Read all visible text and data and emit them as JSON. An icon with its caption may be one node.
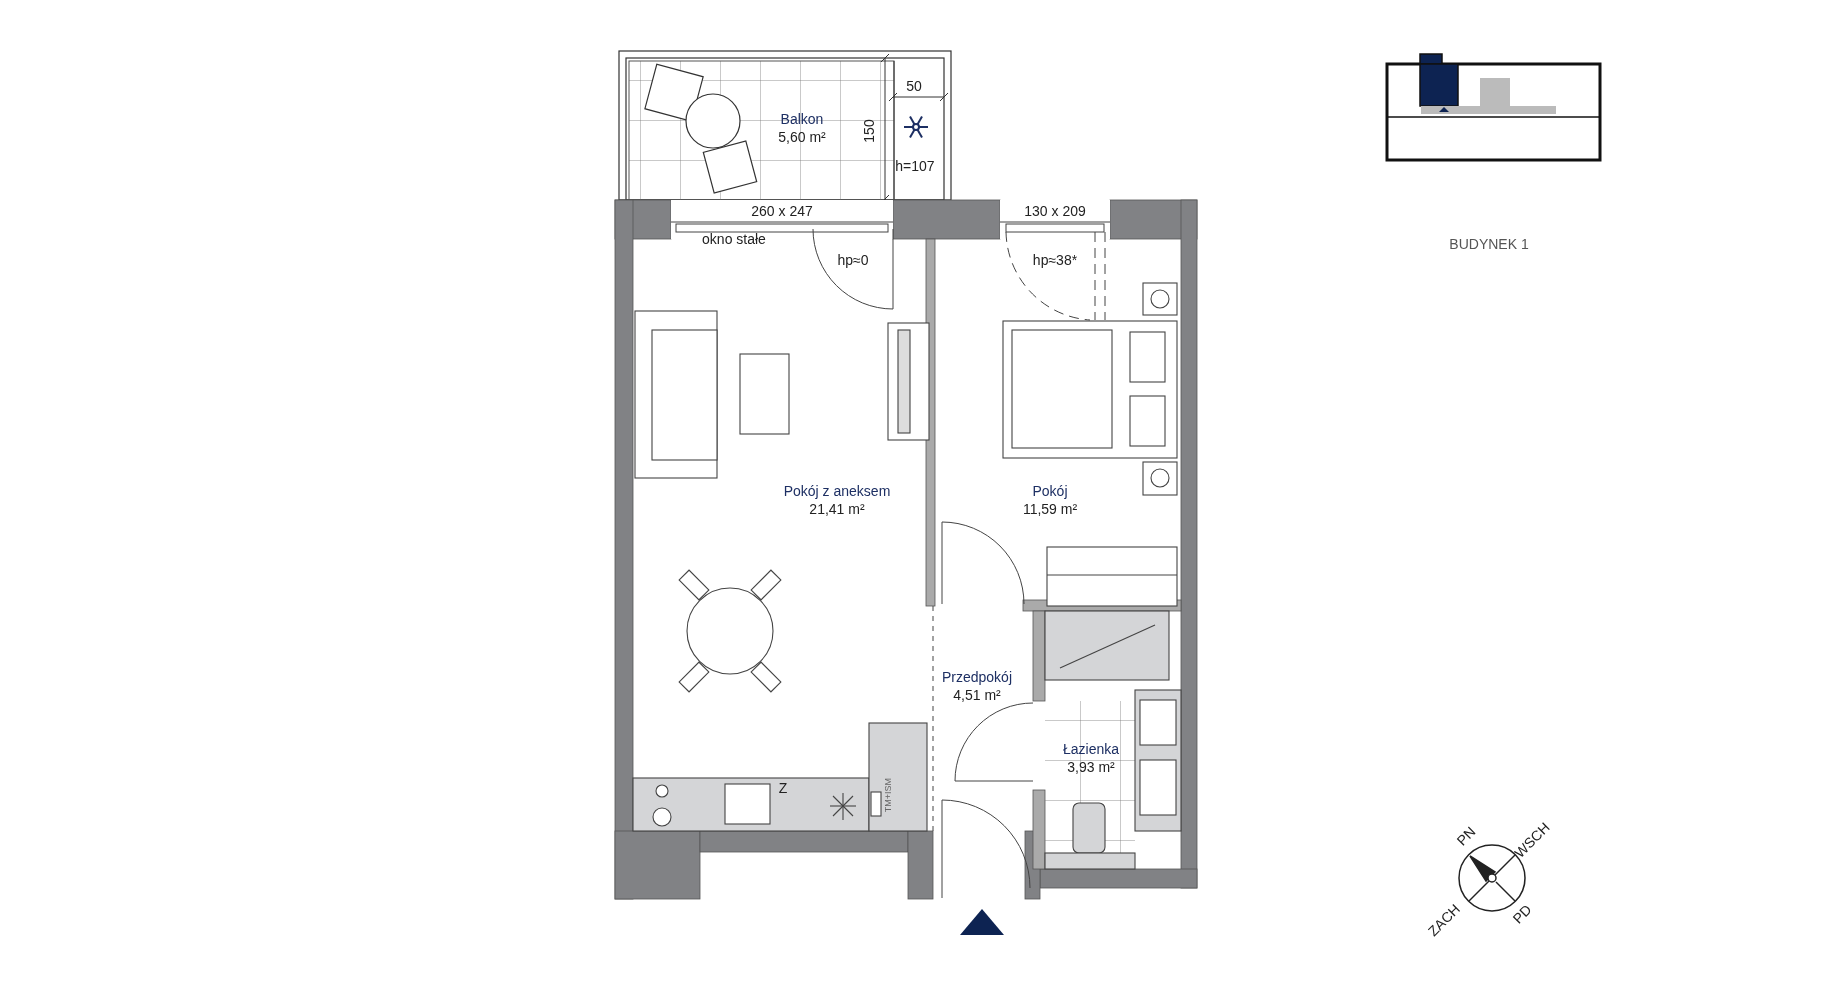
{
  "diagram": {
    "nodes": [
      {
        "text": [
          "Balkon",
          "5,60 m²"
        ]
      },
      {
        "text": [
          "Pokój z aneksem",
          "21,41 m²"
        ]
      },
      {
        "text": [
          "Pokój",
          "11,59 m²"
        ]
      },
      {
        "text": [
          "Przedpokój",
          "4,51 m²"
        ]
      },
      {
        "text": [
          "Łazienka",
          "3,93 m²"
        ]
      }
    ],
    "labels": [
      "50",
      "150",
      "h=107",
      "260 x 247",
      "130 x 209",
      "okno stałe",
      "hp≈0",
      "hp≈38*",
      "Z",
      "TM+ISM",
      "BUDYNEK 1",
      "PN",
      "WSCH",
      "ZACH",
      "PD"
    ]
  }
}
